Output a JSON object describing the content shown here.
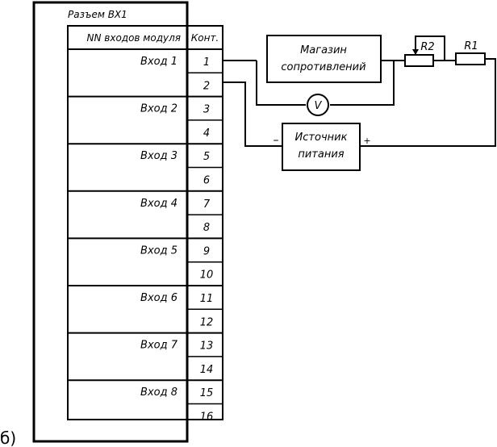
{
  "figure_label": "б)",
  "connector": {
    "title": "Разъем ВХ1",
    "header_inputs": "NN входов модуля",
    "header_contacts": "Конт.",
    "inputs": [
      {
        "name": "Вход 1",
        "contacts": [
          "1",
          "2"
        ]
      },
      {
        "name": "Вход 2",
        "contacts": [
          "3",
          "4"
        ]
      },
      {
        "name": "Вход 3",
        "contacts": [
          "5",
          "6"
        ]
      },
      {
        "name": "Вход 4",
        "contacts": [
          "7",
          "8"
        ]
      },
      {
        "name": "Вход 5",
        "contacts": [
          "9",
          "10"
        ]
      },
      {
        "name": "Вход 6",
        "contacts": [
          "11",
          "12"
        ]
      },
      {
        "name": "Вход 7",
        "contacts": [
          "13",
          "14"
        ]
      },
      {
        "name": "Вход 8",
        "contacts": [
          "15",
          "16"
        ]
      }
    ]
  },
  "circuit": {
    "resistance_box": {
      "line1": "Магазин",
      "line2": "сопротивлений"
    },
    "voltmeter": "V",
    "power_supply": {
      "line1": "Источник",
      "line2": "питания",
      "minus": "–",
      "plus": "+"
    },
    "resistors": [
      {
        "id": "r2",
        "label": "R2"
      },
      {
        "id": "r1",
        "label": "R1"
      }
    ]
  }
}
